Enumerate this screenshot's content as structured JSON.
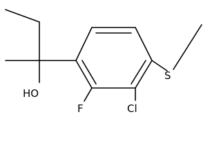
{
  "molecule": {
    "atom_labels": {
      "hydroxyl": "HO",
      "fluorine": "F",
      "chlorine": "Cl",
      "sulfur": "S"
    },
    "colors": {
      "bond": "#000000",
      "label": "#000000",
      "background": "#ffffff"
    }
  }
}
